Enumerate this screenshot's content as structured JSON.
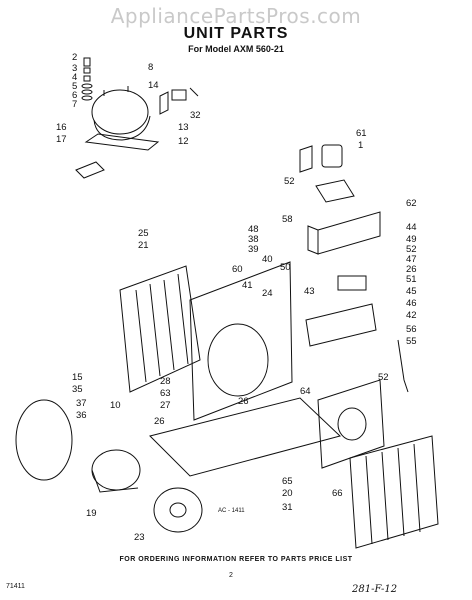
{
  "watermark": "AppliancePartsPros.com",
  "title": "UNIT PARTS",
  "model_line": "For Model AXM 560-21",
  "footer_note": "FOR ORDERING INFORMATION REFER TO PARTS PRICE LIST",
  "page_marker": "2",
  "doc_code": "71411",
  "figure_code": "AC - 1411",
  "handwritten_note": "281-F-12",
  "callouts": [
    "2",
    "3",
    "4",
    "5",
    "6",
    "7",
    "8",
    "14",
    "16",
    "17",
    "13",
    "32",
    "12",
    "61",
    "1",
    "52",
    "62",
    "58",
    "48",
    "38",
    "39",
    "44",
    "49",
    "52",
    "47",
    "26",
    "51",
    "40",
    "50",
    "45",
    "46",
    "42",
    "56",
    "55",
    "52",
    "25",
    "21",
    "60",
    "41",
    "24",
    "43",
    "15",
    "35",
    "37",
    "36",
    "10",
    "28",
    "63",
    "27",
    "26",
    "26",
    "64",
    "23",
    "19",
    "65",
    "20",
    "66",
    "31"
  ]
}
